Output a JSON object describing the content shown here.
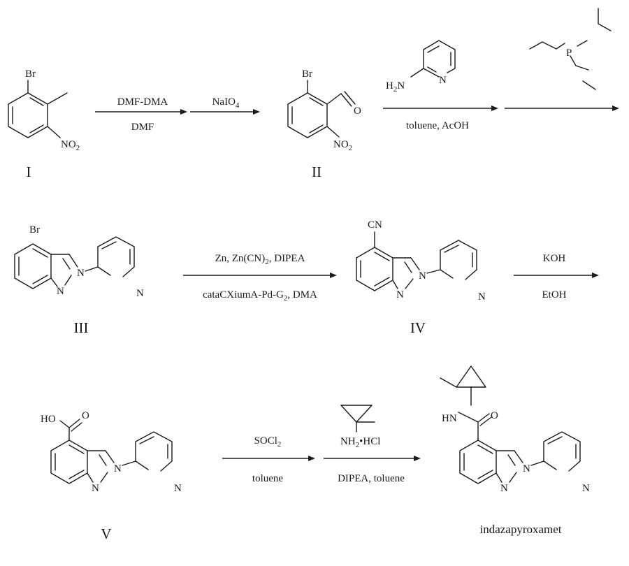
{
  "compounds": {
    "c1": {
      "label": "I",
      "br": "Br",
      "no2": "NO2"
    },
    "c2": {
      "label": "II",
      "br": "Br",
      "o": "O",
      "no2": "NO2"
    },
    "c3": {
      "label": "III",
      "br": "Br",
      "n1": "N",
      "n2": "N",
      "npy": "N"
    },
    "c4": {
      "label": "IV",
      "cn": "CN",
      "n1": "N",
      "n2": "N",
      "npy": "N"
    },
    "c5": {
      "label": "V",
      "ho": "HO",
      "o": "O",
      "n1": "N",
      "n2": "N",
      "npy": "N"
    },
    "c6": {
      "label": "indazapyroxamet",
      "hn": "HN",
      "o": "O",
      "n1": "N",
      "n2": "N",
      "npy": "N"
    }
  },
  "reagents": {
    "aminopyridine": {
      "h2n": "H2N",
      "n": "N"
    },
    "phosphine": {
      "p": "P"
    },
    "amine": {
      "nh2hcl": "NH2•HCl"
    }
  },
  "steps": {
    "s1": {
      "above": "DMF-DMA",
      "below": "DMF"
    },
    "s2": {
      "above": "NaIO4"
    },
    "s3": {
      "below": "toluene, AcOH"
    },
    "s5": {
      "above": "Zn, Zn(CN)2, DIPEA",
      "below": "cataCXiumA-Pd-G2, DMA"
    },
    "s6": {
      "above": "KOH",
      "below": "EtOH"
    },
    "s7": {
      "above": "SOCl2",
      "below": "toluene"
    },
    "s8": {
      "below": "DIPEA, toluene"
    }
  }
}
